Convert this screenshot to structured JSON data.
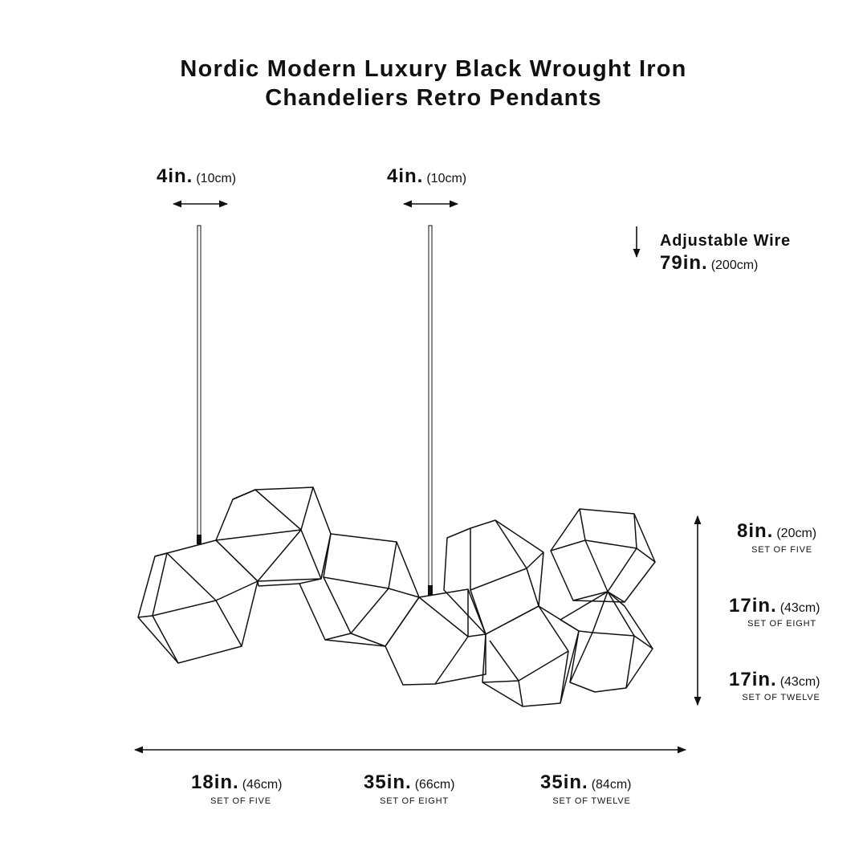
{
  "title": {
    "line1": "Nordic Modern Luxury Black Wrought Iron",
    "line2": "Chandeliers Retro Pendants"
  },
  "canopy_left": {
    "inches": "4in.",
    "cm": "(10cm)"
  },
  "canopy_right": {
    "inches": "4in.",
    "cm": "(10cm)"
  },
  "wire": {
    "label": "Adjustable Wire",
    "inches": "79in.",
    "cm": "(200cm)"
  },
  "heights": [
    {
      "inches": "8in.",
      "cm": "(20cm)",
      "set": "SET OF FIVE"
    },
    {
      "inches": "17in.",
      "cm": "(43cm)",
      "set": "SET OF EIGHT"
    },
    {
      "inches": "17in.",
      "cm": "(43cm)",
      "set": "SET OF TWELVE"
    }
  ],
  "widths": [
    {
      "inches": "18in.",
      "cm": "(46cm)",
      "set": "SET OF FIVE"
    },
    {
      "inches": "35in.",
      "cm": "(66cm)",
      "set": "SET OF EIGHT"
    },
    {
      "inches": "35in.",
      "cm": "(84cm)",
      "set": "SET OF TWELVE"
    }
  ],
  "colors": {
    "line": "#111111",
    "background": "#ffffff"
  }
}
